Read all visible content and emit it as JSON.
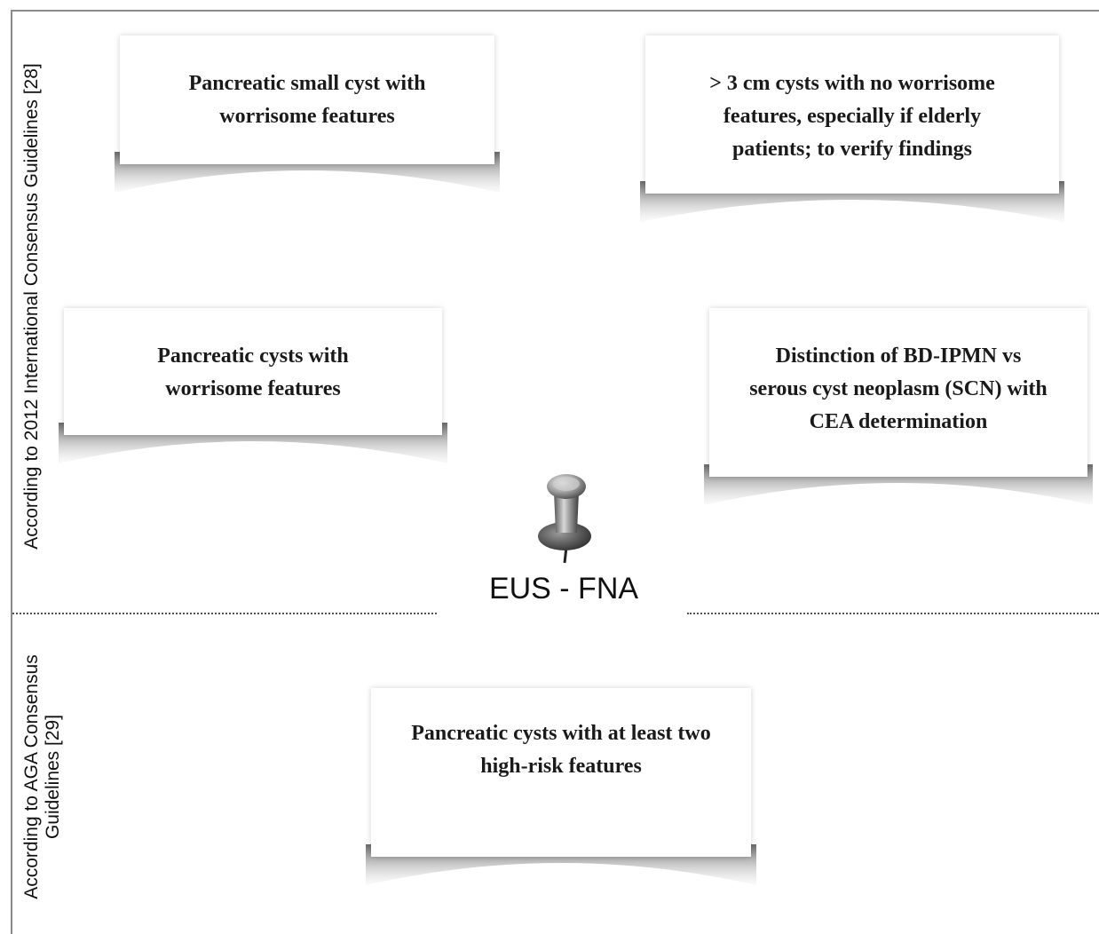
{
  "axis_labels": {
    "top": "According to 2012 International Consensus Guidelines [28]",
    "bottom": "According to AGA Consensus Guidelines [29]"
  },
  "center": {
    "label": "EUS - FNA",
    "icon": "pushpin-icon"
  },
  "notes": [
    {
      "id": "small-cyst",
      "text": "Pancreatic small cyst with worrisome features"
    },
    {
      "id": "large-cyst",
      "text": "> 3 cm cysts with no worrisome features, especially if elderly patients; to verify findings"
    },
    {
      "id": "worrisome",
      "text": "Pancreatic cysts with worrisome features"
    },
    {
      "id": "distinction",
      "text": "Distinction of BD-IPMN vs serous cyst neoplasm (SCN) with CEA determination"
    },
    {
      "id": "high-risk",
      "text": "Pancreatic cysts with at least two high-risk features"
    }
  ]
}
